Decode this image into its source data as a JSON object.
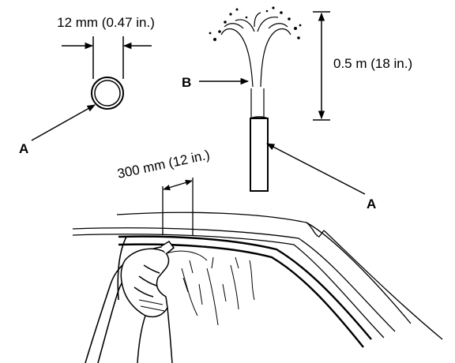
{
  "diagram": {
    "dimensions": {
      "hose_diameter": "12 mm (0.47 in.)",
      "water_height": "0.5 m (18 in.)",
      "spray_distance": "300 mm (12 in.)"
    },
    "callouts": {
      "a_top": "A",
      "a_right": "A",
      "b": "B"
    }
  }
}
